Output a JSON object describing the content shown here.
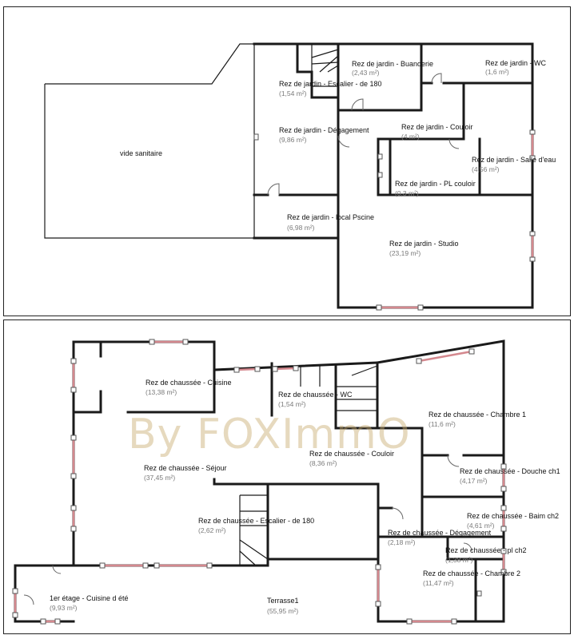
{
  "top_plan": {
    "vide_label": "vide sanitaire",
    "rooms": [
      {
        "name": "Rez de jardin - Buanderie",
        "area": "(2,43 m²)"
      },
      {
        "name": "Rez de jardin - WC",
        "area": "(1,6 m²)"
      },
      {
        "name": "Rez de jardin - Escalier - de 180",
        "area": "(1,54 m²)"
      },
      {
        "name": "Rez de jardin - Dégagement",
        "area": "(9,86 m²)"
      },
      {
        "name": "Rez de jardin - Couloir",
        "area": "(4 m²)"
      },
      {
        "name": "Rez de jardin - Salle d'eau",
        "area": "(4,56 m²)"
      },
      {
        "name": "Rez de jardin - PL couloir",
        "area": "(0,3 m²)"
      },
      {
        "name": "Rez de jardin - local Pscine",
        "area": "(6,98 m²)"
      },
      {
        "name": "Rez de jardin - Studio",
        "area": "(23,19 m²)"
      }
    ]
  },
  "bottom_plan": {
    "watermark": "By FOXImmO",
    "rooms": [
      {
        "name": "Rez de chaussée - Cuisine",
        "area": "(13,38 m²)"
      },
      {
        "name": "Rez de chaussée - WC",
        "area": "(1,54 m²)"
      },
      {
        "name": "Rez de chaussée - Chambre 1",
        "area": "(11,6 m²)"
      },
      {
        "name": "Rez de chaussée - Séjour",
        "area": "(37,45 m²)"
      },
      {
        "name": "Rez de chaussée - Couloir",
        "area": "(8,36 m²)"
      },
      {
        "name": "Rez de chaussée - Douche ch1",
        "area": "(4,17 m²)"
      },
      {
        "name": "Rez de chaussée - Escalier - de 180",
        "area": "(2,62 m²)"
      },
      {
        "name": "Rez de chaussée - Baim ch2",
        "area": "(4,61 m²)"
      },
      {
        "name": "Rez de chaussée - Dégagement",
        "area": "(2,18 m²)"
      },
      {
        "name": "Rez de chaussée - pl ch2",
        "area": "(1,38 m²)"
      },
      {
        "name": "Rez de chaussée - Chambre 2",
        "area": "(11,47 m²)"
      },
      {
        "name": "1er étage - Cuisine d été",
        "area": "(9,93 m²)"
      },
      {
        "name": "Terrasse1",
        "area": "(55,95 m²)"
      }
    ]
  }
}
